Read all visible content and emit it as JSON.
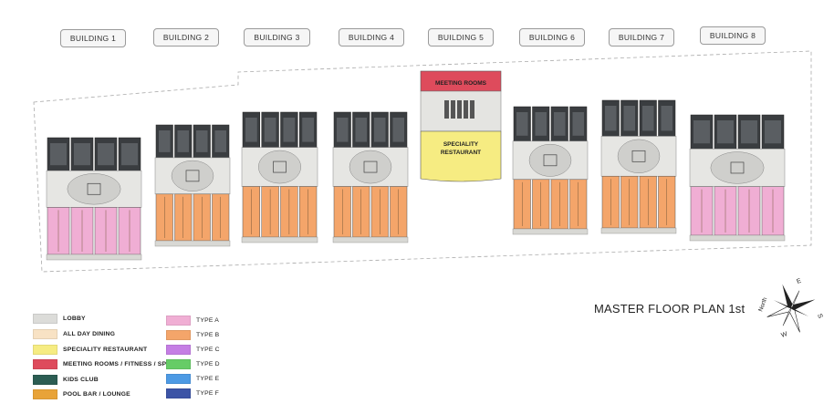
{
  "buildings": [
    {
      "label": "BUILDING 1",
      "unit_type": "type_a"
    },
    {
      "label": "BUILDING 2",
      "unit_type": "type_b"
    },
    {
      "label": "BUILDING 3",
      "unit_type": "type_b"
    },
    {
      "label": "BUILDING 4",
      "unit_type": "type_b"
    },
    {
      "label": "BUILDING 5",
      "rooms": [
        "MEETING ROOMS",
        "SPECIALITY RESTAURANT"
      ]
    },
    {
      "label": "BUILDING 6",
      "unit_type": "type_b"
    },
    {
      "label": "BUILDING 7",
      "unit_type": "type_b"
    },
    {
      "label": "BUILDING 8",
      "unit_type": "type_a"
    }
  ],
  "plan_title": "MASTER FLOOR PLAN 1st",
  "compass": {
    "north": "North",
    "e": "E",
    "s": "S",
    "w": "W"
  },
  "legend": {
    "functions": [
      {
        "key": "lobby",
        "label": "LOBBY",
        "color": "#dcdcd9"
      },
      {
        "key": "all_day_dining",
        "label": "ALL DAY DINING",
        "color": "#f8e2c4"
      },
      {
        "key": "speciality_restaurant",
        "label": "SPECIALITY RESTAURANT",
        "color": "#f6ec82"
      },
      {
        "key": "meeting_rooms",
        "label": "MEETING ROOMS / FITNESS / SPA",
        "color": "#de4b5c"
      },
      {
        "key": "kids_club",
        "label": "KIDS CLUB",
        "color": "#2c5d53"
      },
      {
        "key": "pool_bar",
        "label": "POOL BAR / LOUNGE",
        "color": "#e8a338"
      }
    ],
    "types": [
      {
        "key": "type_a",
        "label": "TYPE  A",
        "color": "#f0aed4"
      },
      {
        "key": "type_b",
        "label": "TYPE  B",
        "color": "#f4a56a"
      },
      {
        "key": "type_c",
        "label": "TYPE  C",
        "color": "#c57ee4"
      },
      {
        "key": "type_d",
        "label": "TYPE  D",
        "color": "#66cc66"
      },
      {
        "key": "type_e",
        "label": "TYPE  E",
        "color": "#4d9ae4"
      },
      {
        "key": "type_f",
        "label": "TYPE  F",
        "color": "#3c54a6"
      }
    ]
  }
}
